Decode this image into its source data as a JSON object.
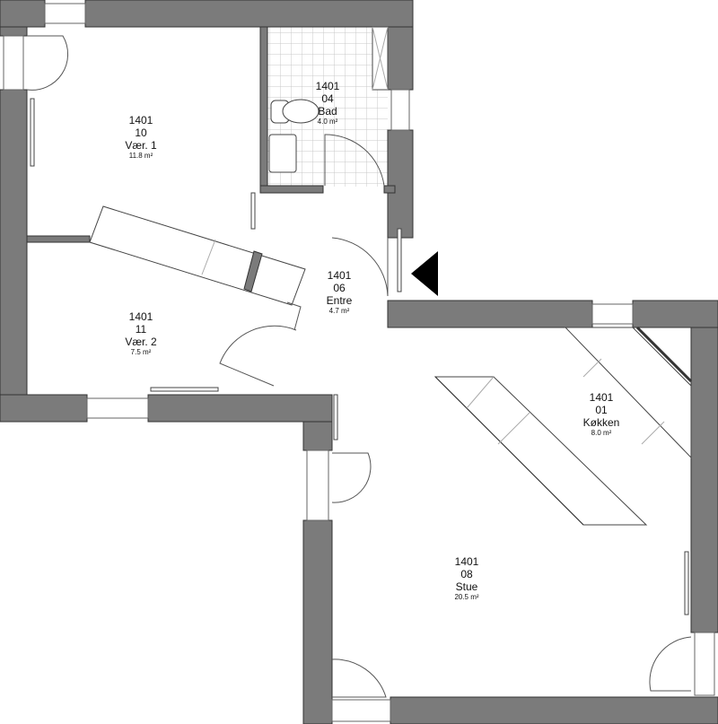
{
  "rooms": [
    {
      "building": "1401",
      "number": "10",
      "name": "Vær. 1",
      "area": "11.8 m²"
    },
    {
      "building": "1401",
      "number": "04",
      "name": "Bad",
      "area": "4.0 m²"
    },
    {
      "building": "1401",
      "number": "06",
      "name": "Entre",
      "area": "4.7 m²"
    },
    {
      "building": "1401",
      "number": "11",
      "name": "Vær. 2",
      "area": "7.5 m²"
    },
    {
      "building": "1401",
      "number": "01",
      "name": "Køkken",
      "area": "8.0 m²"
    },
    {
      "building": "1401",
      "number": "08",
      "name": "Stue",
      "area": "20.5 m²"
    }
  ],
  "colors": {
    "wall": "#7b7b7b",
    "entrance_marker": "#000000"
  }
}
